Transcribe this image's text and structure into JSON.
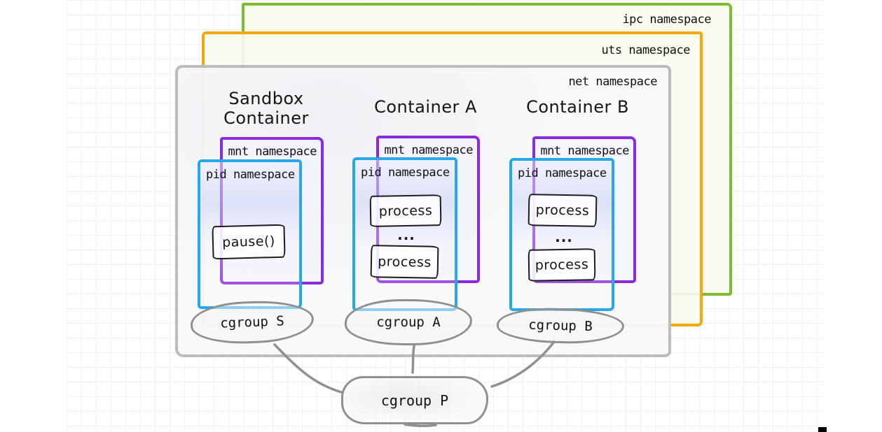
{
  "namespaces": {
    "ipc": {
      "label": "ipc namespace",
      "border_color": "#7cbe30"
    },
    "uts": {
      "label": "uts namespace",
      "border_color": "#f5a80c"
    },
    "net": {
      "label": "net namespace",
      "border_color": "#bcbcbe"
    }
  },
  "containers": {
    "sandbox": {
      "title_line1": "Sandbox",
      "title_line2": "Container",
      "mnt_label": "mnt namespace",
      "pid_label": "pid namespace",
      "process_label": "pause()",
      "cgroup_label": "cgroup S"
    },
    "a": {
      "title": "Container A",
      "mnt_label": "mnt namespace",
      "pid_label": "pid namespace",
      "process_top": "process",
      "dots": "...",
      "process_bottom": "process",
      "cgroup_label": "cgroup A"
    },
    "b": {
      "title": "Container B",
      "mnt_label": "mnt namespace",
      "pid_label": "pid namespace",
      "process_top": "process",
      "dots": "...",
      "process_bottom": "process",
      "cgroup_label": "cgroup B"
    }
  },
  "root_cgroup": {
    "label": "cgroup P"
  },
  "colors": {
    "mnt_border": "#8a2be0",
    "pid_border": "#25a9e9",
    "cgroup_stroke": "#8f8f8f",
    "connector": "#909090",
    "process_border": "#1c1c1c",
    "text": "#111111",
    "grid_line": "#f0f0f4"
  }
}
